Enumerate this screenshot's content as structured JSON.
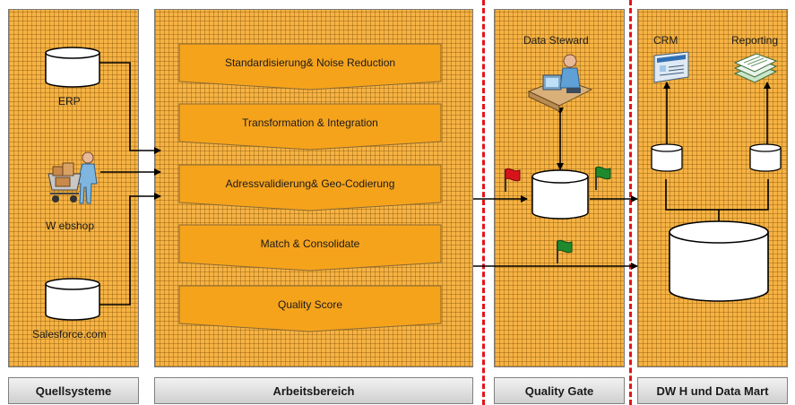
{
  "lanes": {
    "sources": "Quellsysteme",
    "workspace": "Arbeitsbereich",
    "quality_gate": "Quality Gate",
    "dwh": "DW H und Data Mart"
  },
  "sources": {
    "erp": "ERP",
    "webshop": "W ebshop",
    "salesforce": "Salesforce.com"
  },
  "steps": [
    "Standardisierung& Noise Reduction",
    "Transformation & Integration",
    "Adressvalidierung& Geo-Codierung",
    "Match & Consolidate",
    "Quality Score"
  ],
  "quality_gate": {
    "steward": "Data Steward"
  },
  "dwh": {
    "crm": "CRM",
    "reporting": "Reporting"
  },
  "icons": [
    "database-icon",
    "shopping-cart-icon",
    "data-steward-icon",
    "red-flag-icon",
    "green-flag-icon",
    "crm-screen-icon",
    "report-documents-icon"
  ],
  "colors": {
    "lane": "#f6b344",
    "step": "#f6a31c",
    "divider": "#e3141b",
    "red_flag": "#d8141b",
    "green_flag": "#1f8a2d"
  }
}
